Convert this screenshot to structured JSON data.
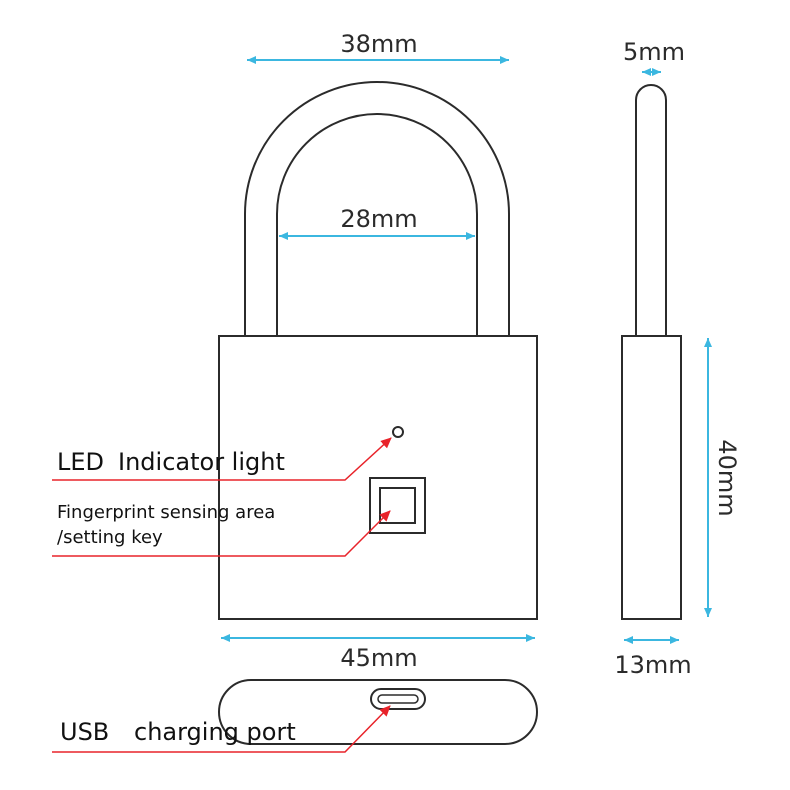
{
  "colors": {
    "outline": "#2b2b2b",
    "dimension": "#3bb7e0",
    "callout": "#e8232a",
    "text": "#111111"
  },
  "dimensions": {
    "shackle_outer_width": "38mm",
    "shackle_inner_width": "28mm",
    "shackle_thickness": "5mm",
    "body_height": "40mm",
    "body_width": "45mm",
    "body_depth": "13mm"
  },
  "callouts": {
    "led": {
      "prefix": "LED",
      "label": "Indicator light"
    },
    "fingerprint": {
      "line1": "Fingerprint sensing area",
      "line2": "/setting key"
    },
    "usb": {
      "prefix": "USB",
      "label": "charging port"
    }
  }
}
